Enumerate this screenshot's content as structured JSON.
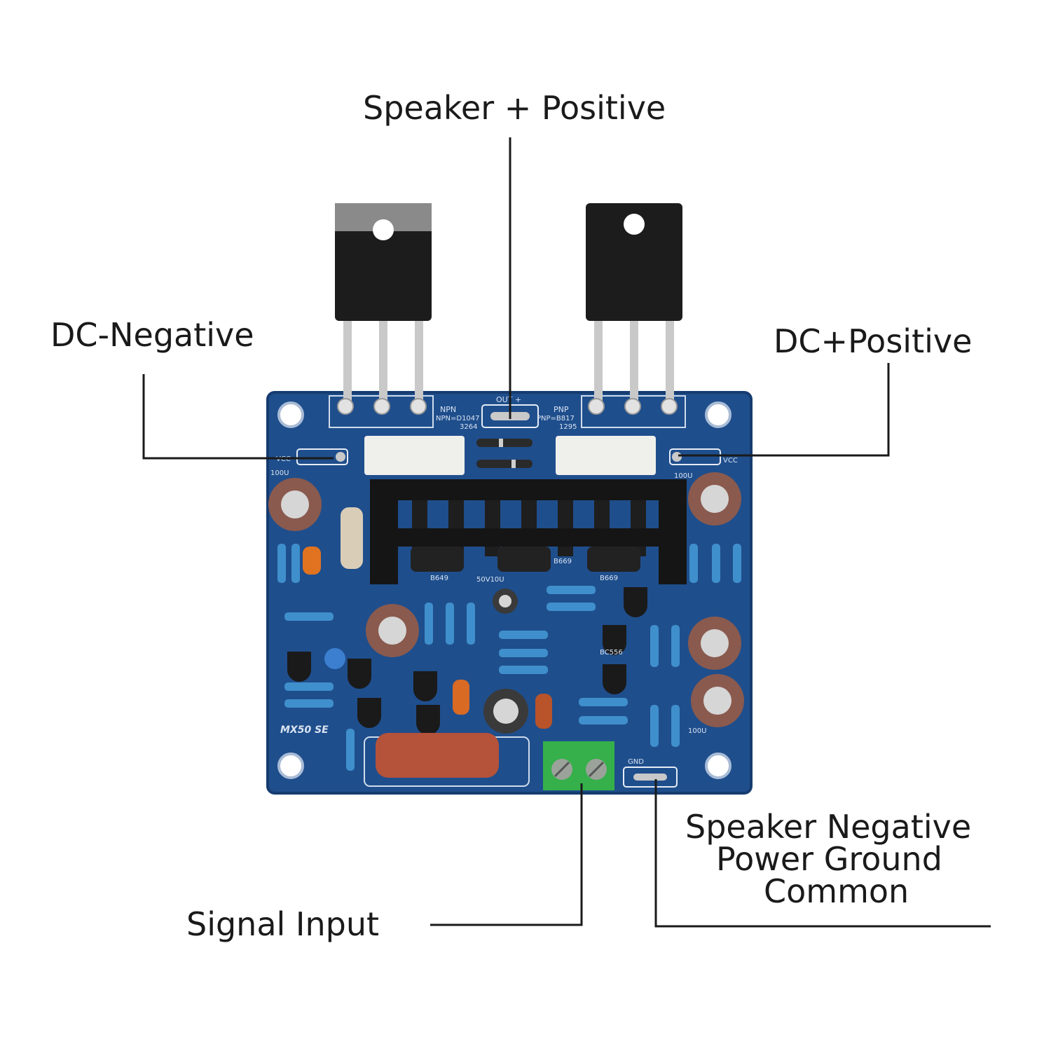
{
  "labels": {
    "speaker_positive": "Speaker + Positive",
    "dc_negative": "DC-Negative",
    "dc_positive": "DC+Positive",
    "speaker_negative_line1": "Speaker Negative",
    "speaker_negative_line2": "Power Ground",
    "speaker_negative_line3": "Common",
    "signal_input": "Signal Input"
  },
  "board": {
    "model": "MX50 SE",
    "npn_label": "NPN",
    "npn_part": "NPN=D1047",
    "npn_alt": "3264",
    "pnp_label": "PNP",
    "pnp_part": "PNP=B817",
    "pnp_alt": "1295",
    "out_label": "OUT +",
    "vcc_neg": "VCC",
    "vcc_pos": "VCC",
    "cap_100u": "100U",
    "cap_50v": "50V10U",
    "t_b649": "B649",
    "t_b669": "B669",
    "t_bc556": "BC556",
    "gnd_label": "GND"
  },
  "colors": {
    "pcb": "#1f4e8c",
    "pcb_edge": "#163c70",
    "heatsink": "#151515",
    "transistor": "#1c1c1c",
    "terminal": "#35b04a",
    "ceramic_resistor": "#efefec",
    "mkp_capacitor": "#b5523a",
    "leader_line": "#1a1a1a"
  }
}
